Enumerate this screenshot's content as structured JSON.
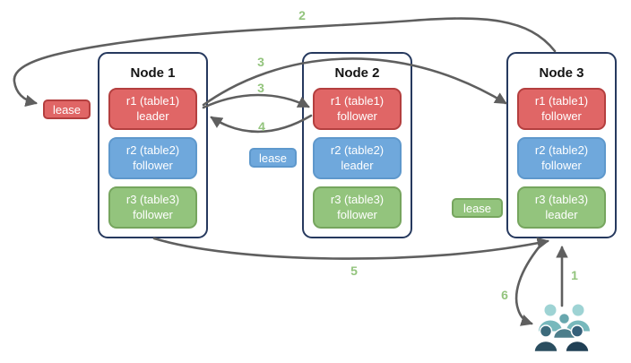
{
  "diagram": {
    "nodes": [
      {
        "title": "Node 1",
        "replicas": [
          {
            "name": "r1 (table1)",
            "role": "leader",
            "color": "red"
          },
          {
            "name": "r2 (table2)",
            "role": "follower",
            "color": "blue"
          },
          {
            "name": "r3 (table3)",
            "role": "follower",
            "color": "green"
          }
        ]
      },
      {
        "title": "Node 2",
        "replicas": [
          {
            "name": "r1 (table1)",
            "role": "follower",
            "color": "red"
          },
          {
            "name": "r2 (table2)",
            "role": "leader",
            "color": "blue"
          },
          {
            "name": "r3 (table3)",
            "role": "follower",
            "color": "green"
          }
        ]
      },
      {
        "title": "Node 3",
        "replicas": [
          {
            "name": "r1 (table1)",
            "role": "follower",
            "color": "red"
          },
          {
            "name": "r2 (table2)",
            "role": "follower",
            "color": "blue"
          },
          {
            "name": "r3 (table3)",
            "role": "leader",
            "color": "green"
          }
        ]
      }
    ],
    "leases": [
      {
        "label": "lease",
        "color": "red"
      },
      {
        "label": "lease",
        "color": "blue"
      },
      {
        "label": "lease",
        "color": "green"
      }
    ],
    "arrow_labels": [
      {
        "label": "2"
      },
      {
        "label": "3"
      },
      {
        "label": "3"
      },
      {
        "label": "4"
      },
      {
        "label": "5"
      },
      {
        "label": "6"
      },
      {
        "label": "1"
      }
    ],
    "icons": {
      "clients": "users-group-icon"
    },
    "colors": {
      "replica_red": "#e06666",
      "replica_red_border": "#b43f3f",
      "replica_blue": "#6fa8dc",
      "replica_blue_border": "#5e98cc",
      "replica_green": "#93c47d",
      "replica_green_border": "#76a55e",
      "node_border": "#26395e",
      "arrow": "#5f5f5f",
      "step_label": "#93c47d",
      "users_light": "#9ed3d4",
      "users_mid": "#4d7e8b",
      "users_dark": "#204055"
    }
  }
}
